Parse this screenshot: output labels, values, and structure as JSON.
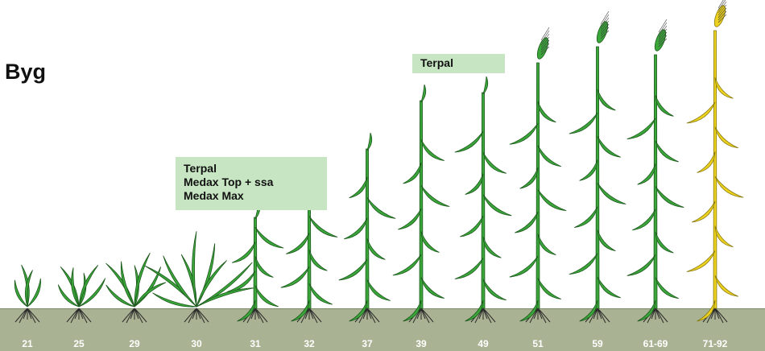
{
  "title": "Byg",
  "treatments": [
    {
      "lines": [
        "Terpal",
        "Medax Top + ssa",
        "Medax Max"
      ]
    },
    {
      "lines": [
        "Terpal"
      ]
    }
  ],
  "stages": [
    "21",
    "25",
    "29",
    "30",
    "31",
    "32",
    "37",
    "39",
    "49",
    "51",
    "59",
    "61-69",
    "71-92"
  ],
  "colors": {
    "plant_green": "#3aa63a",
    "plant_outline": "#1d5a1d",
    "ripe_yellow": "#ecd21e",
    "soil": "#a9b292",
    "label_bg": "#c7e5c2"
  }
}
